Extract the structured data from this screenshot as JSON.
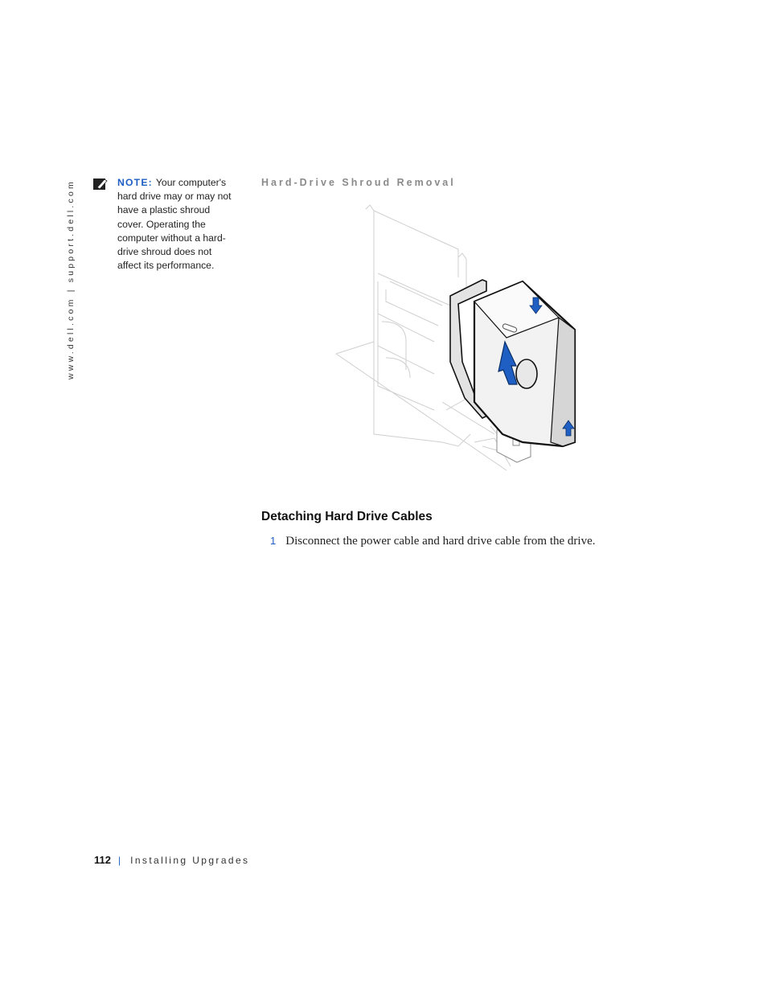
{
  "sidebar": {
    "url": "www.dell.com | support.dell.com"
  },
  "note": {
    "label": "NOTE:",
    "text": "Your computer's hard drive may or may not have a plastic shroud cover. Operating the computer without a hard-drive shroud does not affect its performance."
  },
  "figure": {
    "caption": "Hard-Drive Shroud Removal"
  },
  "section": {
    "heading": "Detaching Hard Drive Cables"
  },
  "steps": [
    {
      "number": "1",
      "text": "Disconnect the power cable and hard drive cable from the drive."
    }
  ],
  "footer": {
    "page_number": "112",
    "separator": "|",
    "section": "Installing Upgrades"
  },
  "colors": {
    "accent": "#1f5fc4",
    "caption_gray": "#8a8a8a"
  }
}
